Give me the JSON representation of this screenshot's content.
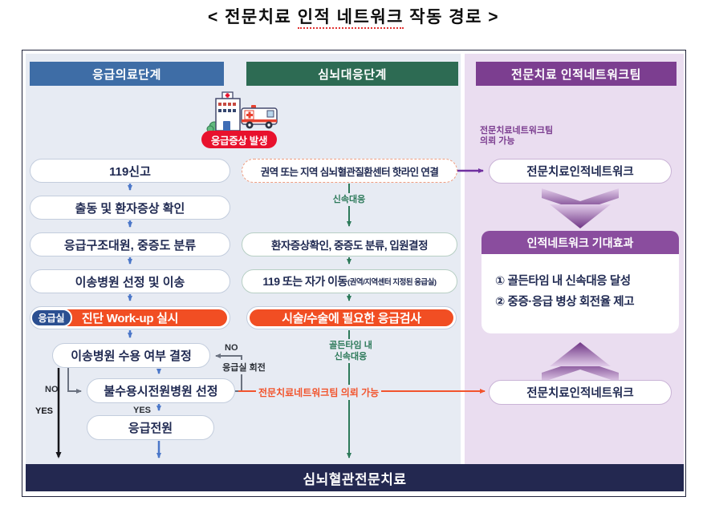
{
  "title": {
    "prefix": "< 전문치료 ",
    "underlined": "인적 네트워크",
    "suffix": " 작동 경로 >"
  },
  "columns": {
    "emergency_header": "응급의료단계",
    "cardio_header": "심뇌대응단계",
    "network_header": "전문치료 인적네트워크팀"
  },
  "hospital": {
    "badge": "응급증상 발생"
  },
  "emergency_flow": {
    "steps": [
      "119신고",
      "출동 및 환자증상 확인",
      "응급구조대원, 중증도 분류",
      "이송병원 선정 및 이송"
    ],
    "er_badge": "응급실",
    "workup": "진단 Work-up 실시",
    "accept_decision": "이송병원 수용 여부 결정",
    "reassign": "불수용시전원병원 선정",
    "transfer": "응급전원",
    "label_no_left": "NO",
    "label_yes_left": "YES",
    "label_yes_mid": "YES",
    "label_no_loop": "NO",
    "label_er_rotation": "응급실 회전"
  },
  "cardio_flow": {
    "hotline": "권역 또는 지역 심뇌혈관질환센터 핫라인 연결",
    "rapid_response": "신속대응",
    "assess": "환자증상확인, 중증도 분류, 입원결정",
    "move_main": "119 또는 자가 이동",
    "move_sub": "(권역/지역센터 지정된 응급실)",
    "exam": "시술/수술에 필요한 응급검사",
    "golden_line1": "골든타임 내",
    "golden_line2": "신속대응"
  },
  "network_panel": {
    "annotation_line1": "전문치료네트워크팀",
    "annotation_line2": "의뢰 가능",
    "network_top": "전문치료인적네트워크",
    "effects_header": "인적네트워크 기대효과",
    "effect1": "① 골든타임 내 신속대응 달성",
    "effect2": "② 중증·응급 병상 회전율 제고",
    "network_bottom": "전문치료인적네트워크",
    "referral_label": "전문치료네트워크팀 의뢰 가능"
  },
  "bottom_bar": "심뇌혈관전문치료",
  "colors": {
    "header_blue": "#3e6da6",
    "header_green": "#2d6b53",
    "header_purple": "#7c3e90",
    "effects_purple": "#8a4d9e",
    "panel_left_bg": "#e7ebf3",
    "panel_right_bg": "#eaddf0",
    "orange": "#f14e23",
    "badge_red": "#e8112d",
    "er_badge_blue": "#2b4f91",
    "bottom_navy": "#232850",
    "arrow_blue": "#4b77c9",
    "arrow_green": "#2d7a5a",
    "arrow_purple": "#7030a0",
    "referral_red": "#f2542d"
  }
}
